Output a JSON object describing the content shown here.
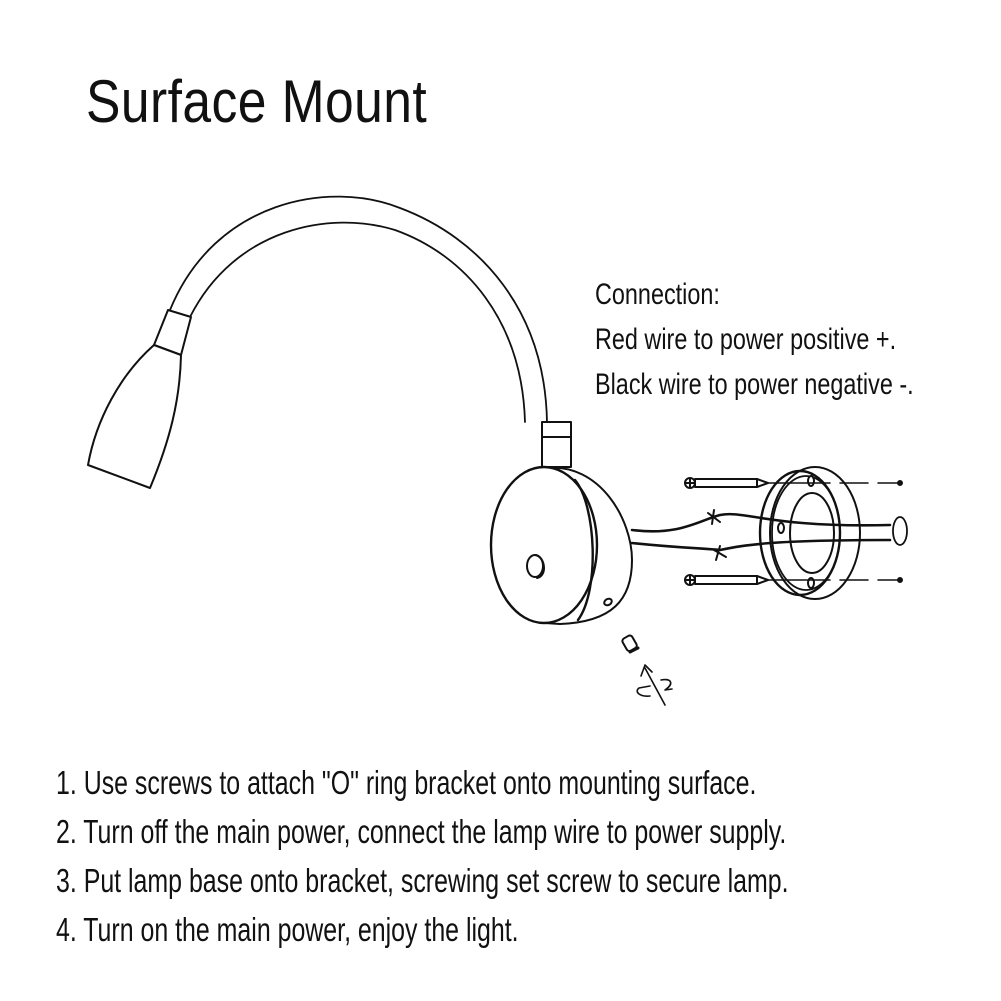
{
  "title": "Surface Mount",
  "connection": {
    "heading": "Connection:",
    "lines": [
      "Red wire to power positive +.",
      "Black wire to power negative -."
    ]
  },
  "steps": [
    "1. Use screws to attach \"O\" ring bracket onto mounting surface.",
    "2. Turn off the main power, connect the lamp wire to power supply.",
    "3. Put lamp base onto bracket, screwing set screw to secure lamp.",
    "4. Turn on the main power, enjoy the light."
  ],
  "diagram": {
    "parts": [
      "lamp-head",
      "gooseneck",
      "lamp-base",
      "switch-button",
      "set-screw",
      "wires",
      "o-ring-bracket",
      "mounting-screws",
      "wall-hole"
    ],
    "line_color": "#111111",
    "background": "#ffffff"
  }
}
